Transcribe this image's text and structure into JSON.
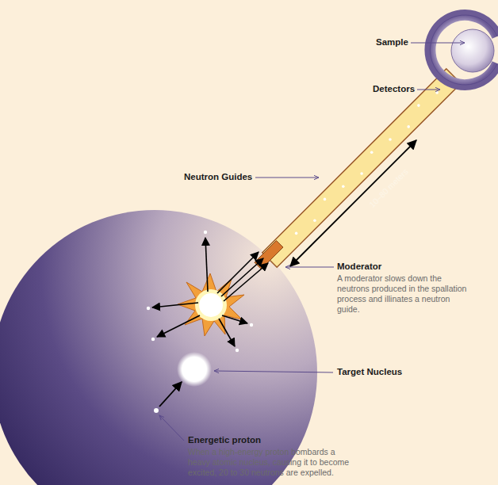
{
  "diagram": {
    "labels": [
      "Sample",
      "Detectors",
      "Neutron Guides",
      "10–80 meters",
      "Moderator",
      "A moderator slows down the neutrons produced in the spallation process and illinates a neutron guide.",
      "Target Nucleus",
      "Energetic proton",
      "When a high-energy proton bombards a heavy atomic nucleus, causing it to become excited, 20 to 30 neutrons are expelled."
    ]
  }
}
